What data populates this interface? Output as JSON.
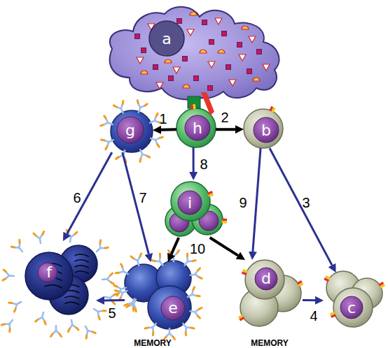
{
  "diagram": {
    "nodes": [
      {
        "text": [
          "a"
        ]
      },
      {
        "text": [
          "g"
        ]
      },
      {
        "text": [
          "h"
        ]
      },
      {
        "text": [
          "b"
        ]
      },
      {
        "text": [
          "i"
        ]
      },
      {
        "text": [
          "f"
        ]
      },
      {
        "text": [
          "e"
        ]
      },
      {
        "text": [
          "d"
        ]
      },
      {
        "text": [
          "c"
        ]
      }
    ],
    "edges": [
      {
        "from": 2,
        "to": 1,
        "arrow": "to",
        "label": "1"
      },
      {
        "from": 2,
        "to": 3,
        "arrow": "to",
        "label": "2"
      },
      {
        "from": 2,
        "to": 4,
        "arrow": "to",
        "label": "8"
      },
      {
        "from": 1,
        "to": 5,
        "arrow": "to",
        "label": "6"
      },
      {
        "from": 1,
        "to": 6,
        "arrow": "to",
        "label": "7"
      },
      {
        "from": 3,
        "to": 7,
        "arrow": "to",
        "label": "9"
      },
      {
        "from": 3,
        "to": 8,
        "arrow": "to",
        "label": "3"
      },
      {
        "from": 4,
        "to": 6,
        "arrow": "to",
        "label": "10"
      },
      {
        "from": 4,
        "to": 7,
        "arrow": "to"
      },
      {
        "from": 6,
        "to": 5,
        "arrow": "to",
        "label": "5"
      },
      {
        "from": 7,
        "to": 8,
        "arrow": "to",
        "label": "4"
      }
    ],
    "labels": [
      "MEMORY",
      "MEMORY"
    ]
  }
}
